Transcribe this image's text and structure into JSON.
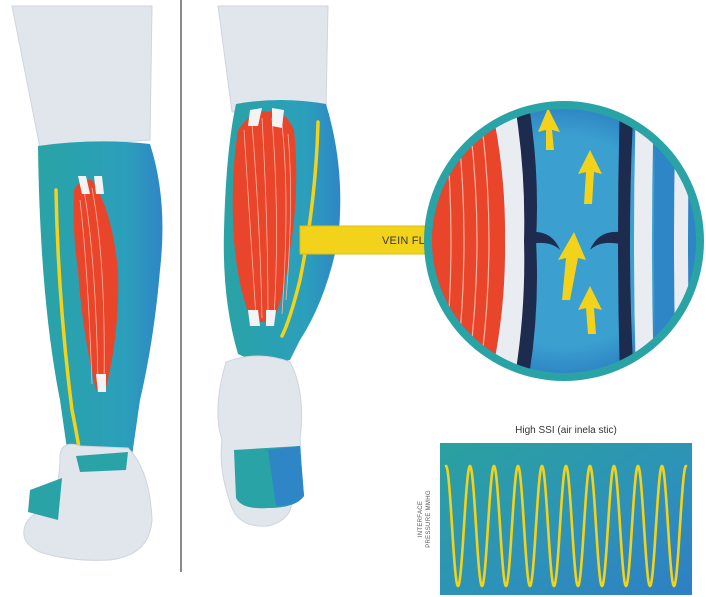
{
  "colors": {
    "compression_teal": "#2aa3a6",
    "compression_blue": "#2f86c6",
    "muscle_red": "#e8452a",
    "vein_yellow": "#f2d21a",
    "skin_grey": "#dfe3ea",
    "vein_wall_navy": "#1d2b4e",
    "divider": "#8a8a8a"
  },
  "panels": {
    "left_leg": {
      "icon": "lower-leg-muscle-icon"
    },
    "right_leg": {
      "icon": "lower-leg-compression-icon"
    },
    "magnifier": {
      "icon": "vein-valve-closeup-icon",
      "arrow_label": "VEIN FLOW"
    }
  },
  "chart_data": {
    "type": "line",
    "title": "High SSI (air inela stic)",
    "ylabel_lines": [
      "INTERFACE",
      "PRESSURE MMHG"
    ],
    "xlabel": "",
    "cycles": 10,
    "waveform": "sine",
    "grid": false
  }
}
